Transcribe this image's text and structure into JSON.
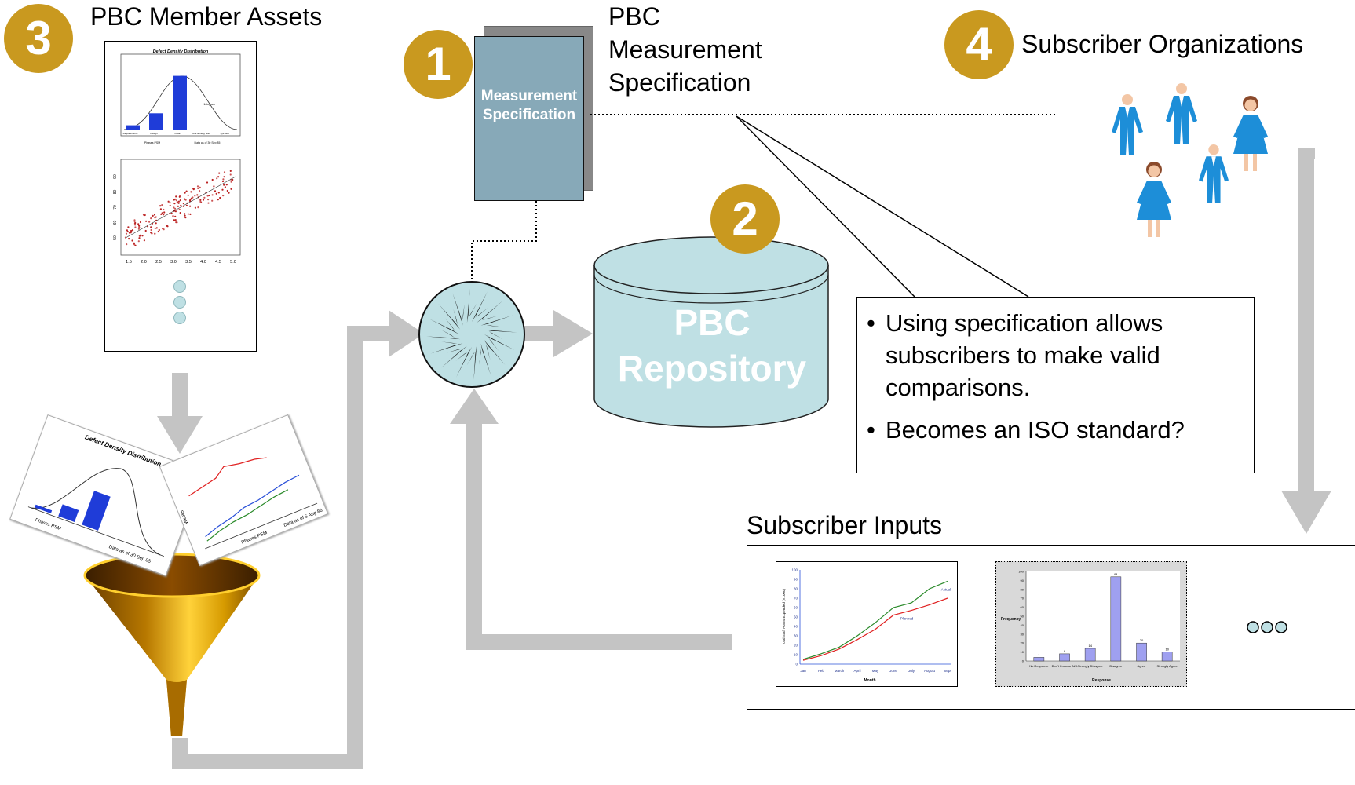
{
  "badges": {
    "b1": "1",
    "b2": "2",
    "b3": "3",
    "b4": "4"
  },
  "labels": {
    "member_assets": "PBC Member Assets",
    "measurement_spec_line1": "PBC",
    "measurement_spec_line2": "Measurement",
    "measurement_spec_line3": "Specification",
    "subscriber_orgs": "Subscriber Organizations",
    "subscriber_inputs": "Subscriber Inputs"
  },
  "spec_book": {
    "line1": "Measurement",
    "line2": "Specification"
  },
  "repository": {
    "line1": "PBC",
    "line2": "Repository"
  },
  "callout": {
    "bullet1": "Using specification allows subscribers to make valid comparisons.",
    "bullet2": "Becomes an ISO standard?"
  },
  "asset_charts": {
    "defect_title": "Defect Density Distribution",
    "bell_annotation": "Histogram",
    "bell_xlabel1": "Phases PSM",
    "bell_xlabel2": "Data as of 30 Sep 85",
    "bell_bars": [
      0.06,
      0.23,
      0.76
    ],
    "bell_categories": [
      "Requirements",
      "Design",
      "Code",
      "Unit & Integ Test",
      "Sys Test"
    ],
    "scatter_xticks": [
      "1.5",
      "2.0",
      "2.5",
      "3.0",
      "3.5",
      "4.0",
      "4.5",
      "5.0"
    ],
    "scatter_yticks": [
      "50",
      "60",
      "70",
      "80",
      "90"
    ]
  },
  "funnel_charts": {
    "left_title": "Defect Density Distribution",
    "left_xlabel1": "Data as of 30 Sep 85",
    "left_xlabel2": "Phases PSM",
    "right_xlabel": "Phases PSM",
    "right_note": "Data as of 6 Aug 86",
    "right_ylabel": "Weeks"
  },
  "line_chart": {
    "type": "line",
    "ylabel": "Total Staff Hours Expended (X1000)",
    "xlabel": "Month",
    "categories": [
      "Jan",
      "Feb",
      "March",
      "April",
      "May",
      "June",
      "July",
      "August",
      "Sept"
    ],
    "yticks": [
      "0",
      "10",
      "20",
      "30",
      "40",
      "50",
      "60",
      "70",
      "80",
      "90",
      "100"
    ],
    "ylim": [
      0,
      100
    ],
    "series": [
      {
        "name": "Actual",
        "color": "#2a8a2a",
        "values": [
          5,
          11,
          18,
          30,
          44,
          60,
          65,
          80,
          88
        ]
      },
      {
        "name": "Planned",
        "color": "#e02020",
        "values": [
          4,
          9,
          16,
          26,
          37,
          52,
          57,
          63,
          70
        ]
      }
    ]
  },
  "bar_chart": {
    "type": "bar",
    "ylabel": "Frequency",
    "xlabel": "Response",
    "categories": [
      "No Response",
      "Don't Know or N/A",
      "Strongly Disagree",
      "Disagree",
      "Agree",
      "Strongly Agree"
    ],
    "values": [
      4,
      8,
      14,
      94,
      20,
      10
    ],
    "yticks": [
      "0",
      "10",
      "20",
      "30",
      "40",
      "50",
      "60",
      "70",
      "80",
      "90",
      "100"
    ],
    "ylim": [
      0,
      100
    ]
  },
  "colors": {
    "badge": "#c9991f",
    "arrow": "#c4c4c4",
    "repository": "#bfe0e4",
    "spec_book": "#87a9b8",
    "person": "#1d8ed8"
  }
}
